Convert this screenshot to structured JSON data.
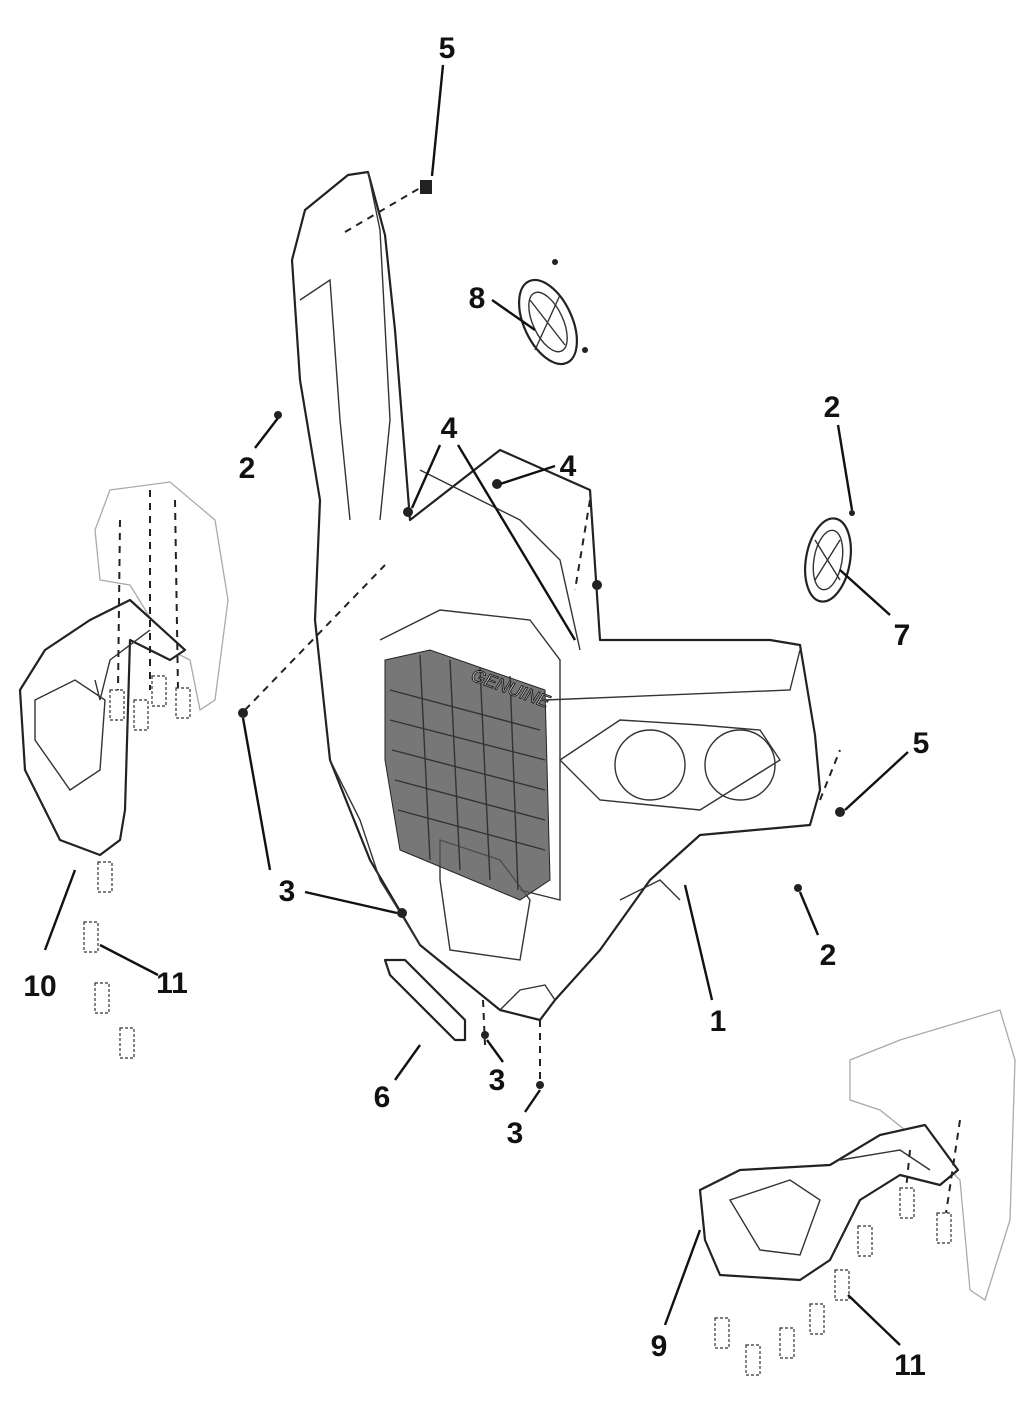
{
  "diagram": {
    "type": "exploded-parts-diagram",
    "callouts": [
      {
        "id": "c1",
        "text": "5"
      },
      {
        "id": "c2",
        "text": "8"
      },
      {
        "id": "c3",
        "text": "2"
      },
      {
        "id": "c4",
        "text": "4"
      },
      {
        "id": "c5",
        "text": "4"
      },
      {
        "id": "c6",
        "text": "2"
      },
      {
        "id": "c7",
        "text": "7"
      },
      {
        "id": "c8",
        "text": "5"
      },
      {
        "id": "c9",
        "text": "3"
      },
      {
        "id": "c10",
        "text": "2"
      },
      {
        "id": "c11",
        "text": "1"
      },
      {
        "id": "c12",
        "text": "10"
      },
      {
        "id": "c13",
        "text": "11"
      },
      {
        "id": "c14",
        "text": "6"
      },
      {
        "id": "c15",
        "text": "3"
      },
      {
        "id": "c16",
        "text": "3"
      },
      {
        "id": "c17",
        "text": "9"
      },
      {
        "id": "c18",
        "text": "11"
      }
    ],
    "grille_lettering": "GENUINE"
  }
}
